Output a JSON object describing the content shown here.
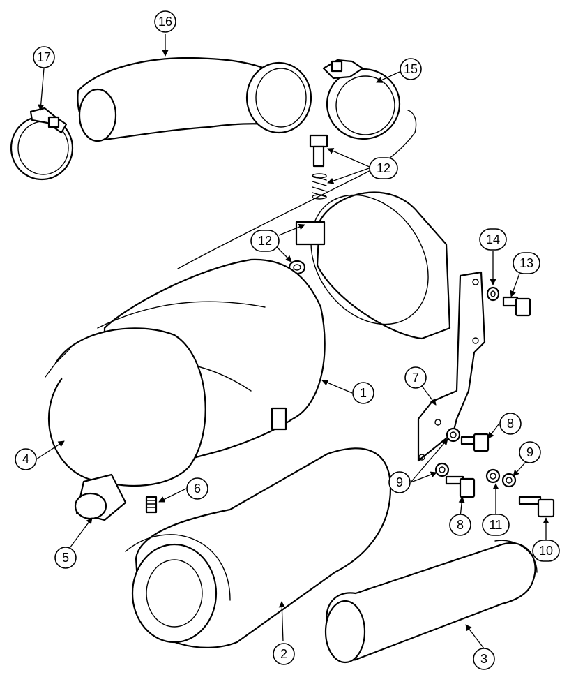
{
  "diagram": {
    "callouts": [
      {
        "id": "c16",
        "label": "16"
      },
      {
        "id": "c17",
        "label": "17"
      },
      {
        "id": "c15",
        "label": "15"
      },
      {
        "id": "c12a",
        "label": "12"
      },
      {
        "id": "c12b",
        "label": "12"
      },
      {
        "id": "c14",
        "label": "14"
      },
      {
        "id": "c13",
        "label": "13"
      },
      {
        "id": "c1",
        "label": "1"
      },
      {
        "id": "c7",
        "label": "7"
      },
      {
        "id": "c8a",
        "label": "8"
      },
      {
        "id": "c4",
        "label": "4"
      },
      {
        "id": "c6",
        "label": "6"
      },
      {
        "id": "c9a",
        "label": "9"
      },
      {
        "id": "c9b",
        "label": "9"
      },
      {
        "id": "c8b",
        "label": "8"
      },
      {
        "id": "c11",
        "label": "11"
      },
      {
        "id": "c10",
        "label": "10"
      },
      {
        "id": "c5",
        "label": "5"
      },
      {
        "id": "c2",
        "label": "2"
      },
      {
        "id": "c3",
        "label": "3"
      }
    ]
  }
}
